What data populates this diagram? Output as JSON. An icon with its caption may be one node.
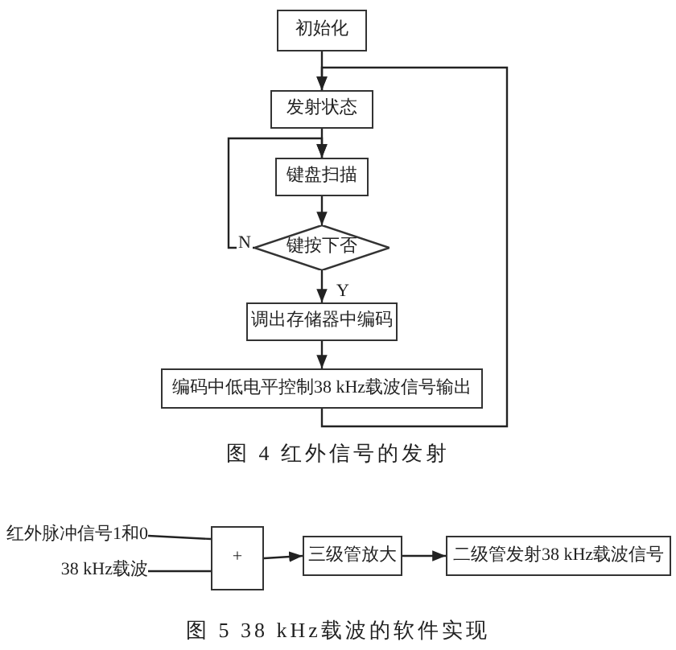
{
  "diagram": {
    "nodes": [
      {
        "text": [
          "初始化"
        ]
      },
      {
        "text": [
          "发射状态"
        ]
      },
      {
        "text": [
          "键盘扫描"
        ]
      },
      {
        "text": [
          "键按下否"
        ]
      },
      {
        "text": [
          "调出存储器中编码"
        ]
      },
      {
        "text": [
          "编码中低电平控制38 kHz载波信号输出"
        ]
      },
      {
        "text": [
          "红外脉冲信号1和0"
        ]
      },
      {
        "text": [
          "38 kHz载波"
        ]
      },
      {
        "text": [
          "+"
        ]
      },
      {
        "text": [
          "三级管放大"
        ]
      },
      {
        "text": [
          "二级管发射38 kHz载波信号"
        ]
      }
    ],
    "edges": [
      {
        "from": 0,
        "to": 1,
        "arrow": "to"
      },
      {
        "from": 1,
        "to": 2,
        "arrow": "to"
      },
      {
        "from": 2,
        "to": 3,
        "arrow": "to"
      },
      {
        "from": 3,
        "to": 2,
        "label": "N",
        "arrow": "to"
      },
      {
        "from": 3,
        "to": 4,
        "label": "Y",
        "arrow": "to"
      },
      {
        "from": 4,
        "to": 5,
        "arrow": "to"
      },
      {
        "from": 5,
        "to": 1,
        "arrow": "to"
      },
      {
        "from": 6,
        "to": 8,
        "arrow": "none"
      },
      {
        "from": 7,
        "to": 8,
        "arrow": "none"
      },
      {
        "from": 8,
        "to": 9,
        "arrow": "to"
      },
      {
        "from": 9,
        "to": 10,
        "arrow": "to"
      }
    ],
    "labels": [
      "图 4 红外信号的发射",
      "图 5 38 kHz载波的软件实现"
    ]
  }
}
